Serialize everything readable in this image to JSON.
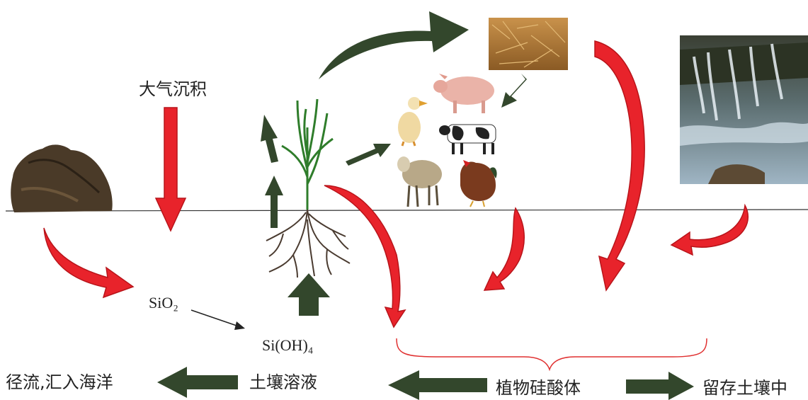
{
  "labels": {
    "atmospheric_deposition": "大气沉积",
    "sio2": "SiO₂",
    "sioh4": "Si(OH)₄",
    "runoff": "径流,汇入海洋",
    "soil_solution": "土壤溶液",
    "phytolith": "植物硅酸体",
    "retained_in_soil": "留存土壤中"
  },
  "colors": {
    "red_arrow": "#e8232b",
    "green_arrow": "#33472c",
    "brace": "#e03030",
    "ground_line": "#333333"
  },
  "icons": [
    "rock-icon",
    "rice-plant-icon",
    "straw-bale-icon",
    "duck-icon",
    "pig-icon",
    "cow-icon",
    "sheep-icon",
    "rooster-icon",
    "waterfall-icon"
  ]
}
